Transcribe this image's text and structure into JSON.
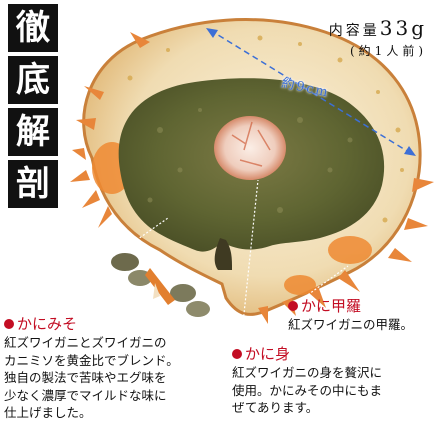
{
  "title_chars": [
    "徹",
    "底",
    "解",
    "剖"
  ],
  "capacity": {
    "prefix": "内容量",
    "amount": "33",
    "unit": "g",
    "note": "(約1人前)"
  },
  "size_label": "約9cm",
  "callouts": {
    "kanimiso": {
      "heading": "かにみそ",
      "lines": [
        "紅ズワイガニとズワイガニの",
        "カニミソを黄金比でブレンド。",
        "独自の製法で苦味やエグ味を",
        "少なく濃厚でマイルドな味に",
        "仕上げました。"
      ]
    },
    "kanimi": {
      "heading": "かに身",
      "lines": [
        "紅ズワイガニの身を贅沢に",
        "使用。かにみその中にもま",
        "ぜてあります。"
      ]
    },
    "kora": {
      "heading": "かに甲羅",
      "lines": [
        "紅ズワイガニの甲羅。"
      ]
    }
  },
  "colors": {
    "accent_red": "#c30d23",
    "measure_blue": "#3c6fd6",
    "title_bg": "#111111"
  }
}
